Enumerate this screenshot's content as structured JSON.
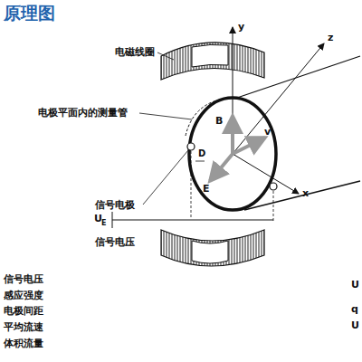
{
  "diagram": {
    "title": "原理图",
    "labels": [
      "电磁线圈",
      "y",
      "z",
      "电极平面内的测量管",
      "B",
      "v",
      "D",
      "E",
      "信号电极",
      "x",
      "U",
      "E",
      "信号电压",
      "信号电压",
      "感应强度",
      "电极间距",
      "平均流速",
      "体积流量",
      "U",
      "q",
      "U"
    ]
  }
}
